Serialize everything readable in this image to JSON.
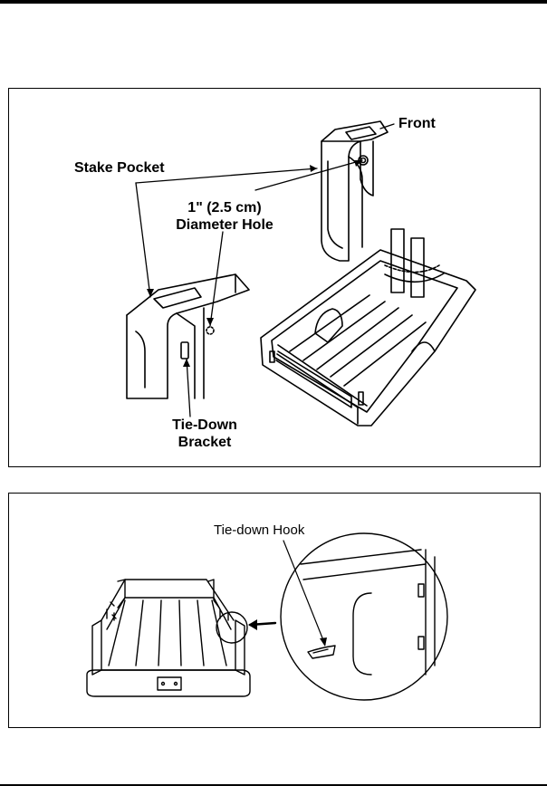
{
  "figure1": {
    "labels": {
      "front": "Front",
      "stake_pocket": "Stake Pocket",
      "hole_line1": "1\" (2.5 cm)",
      "hole_line2": "Diameter Hole",
      "bracket_line1": "Tie-Down",
      "bracket_line2": "Bracket"
    }
  },
  "figure2": {
    "labels": {
      "tie_down_hook": "Tie-down Hook"
    }
  },
  "colors": {
    "ink": "#000000",
    "paper": "#ffffff"
  }
}
